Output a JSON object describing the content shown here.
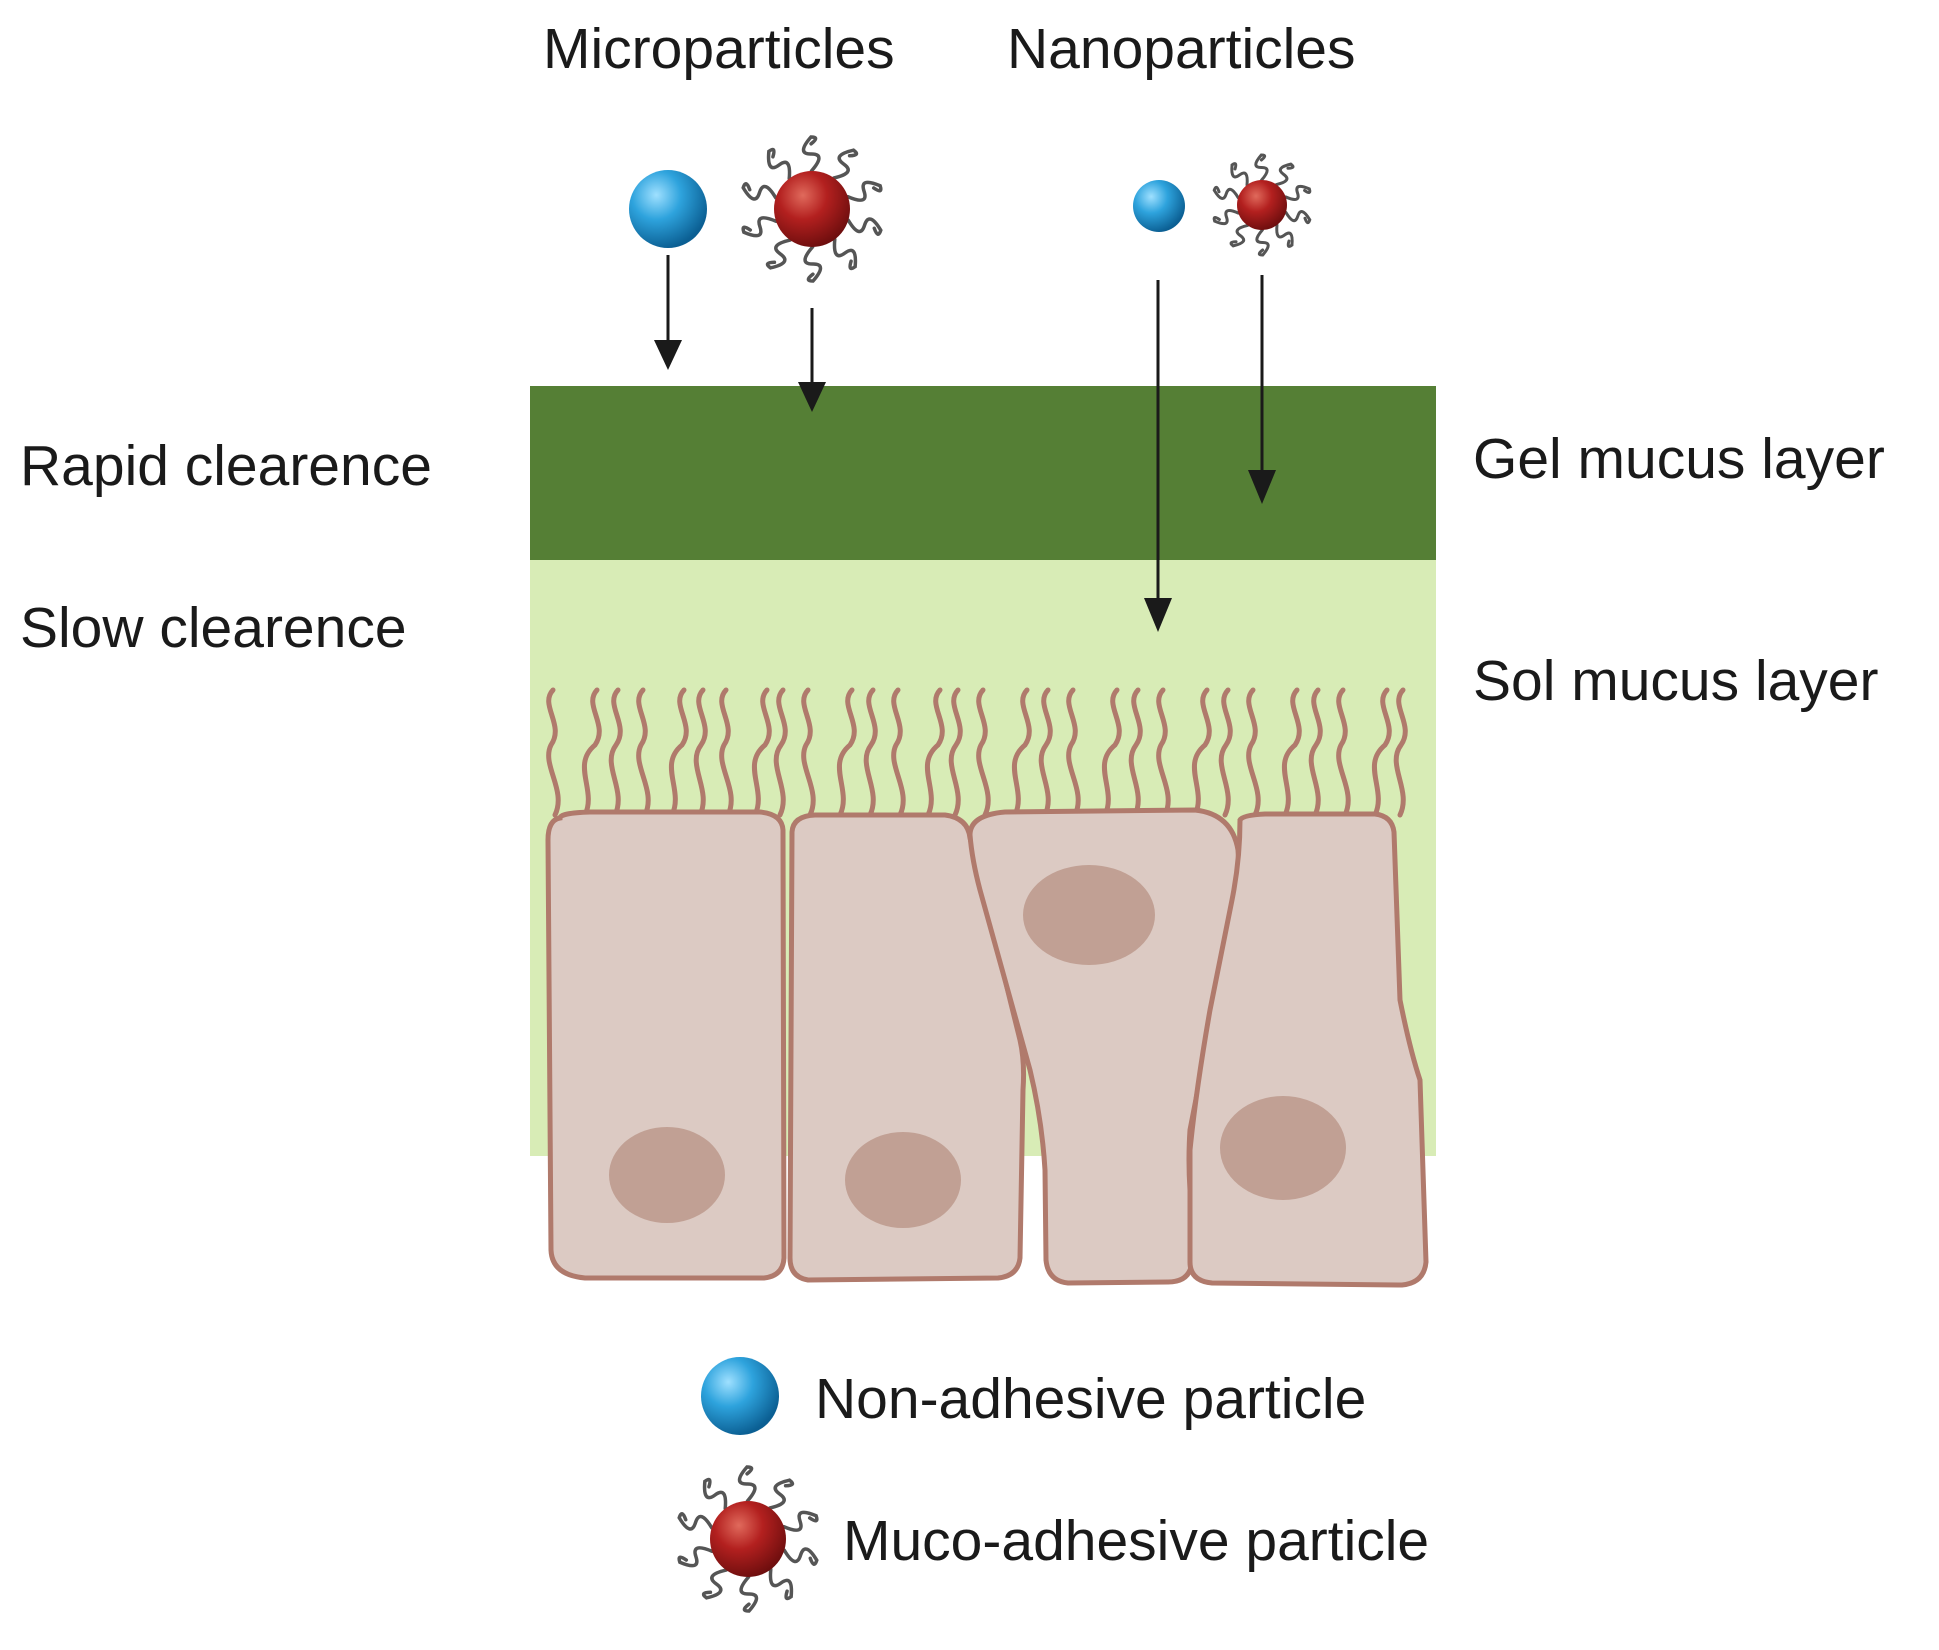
{
  "header": {
    "microparticles": "Microparticles",
    "nanoparticles": "Nanoparticles"
  },
  "left_labels": {
    "rapid": "Rapid clearence",
    "slow": "Slow clearence"
  },
  "right_labels": {
    "gel": "Gel mucus layer",
    "sol": "Sol  mucus layer"
  },
  "legend": {
    "non_adhesive": "Non-adhesive particle",
    "muco_adhesive": "Muco-adhesive particle"
  },
  "colors": {
    "gel_layer": "#557f35",
    "sol_layer": "#d8ecb6",
    "cell_fill": "#dccac3",
    "cell_outline": "#b07a6c",
    "nucleus": "#c1a094",
    "non_adhesive_particle": "#2ea3dd",
    "muco_adhesive_particle": "#b3201f",
    "arrow": "#1a1a1a"
  }
}
